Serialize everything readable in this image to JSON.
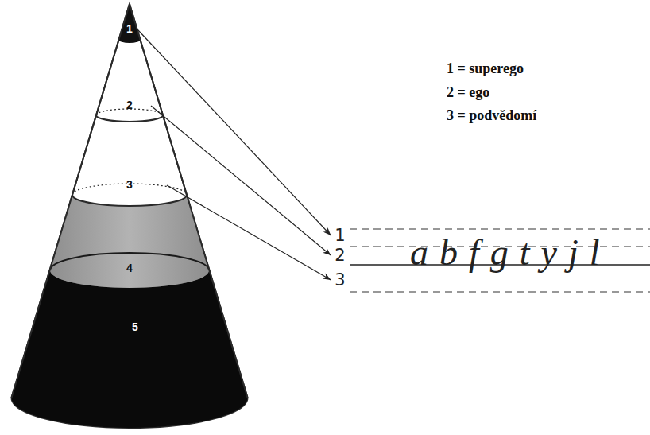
{
  "diagram": {
    "nodes": [
      {
        "text": [
          "1"
        ]
      },
      {
        "text": [
          "2"
        ]
      },
      {
        "text": [
          "3"
        ]
      },
      {
        "text": [
          "4"
        ]
      },
      {
        "text": [
          "5"
        ]
      },
      {
        "text": [
          "1"
        ]
      },
      {
        "text": [
          "2"
        ]
      },
      {
        "text": [
          "3"
        ]
      }
    ],
    "edges": [
      {
        "from": 0,
        "to": 5,
        "arrow": "to"
      },
      {
        "from": 1,
        "to": 6,
        "arrow": "to"
      },
      {
        "from": 2,
        "to": 7,
        "arrow": "to"
      }
    ],
    "labels": [
      "1 = superego",
      "2 = ego",
      "3 = podvědomí",
      "abfgtyjl"
    ]
  }
}
